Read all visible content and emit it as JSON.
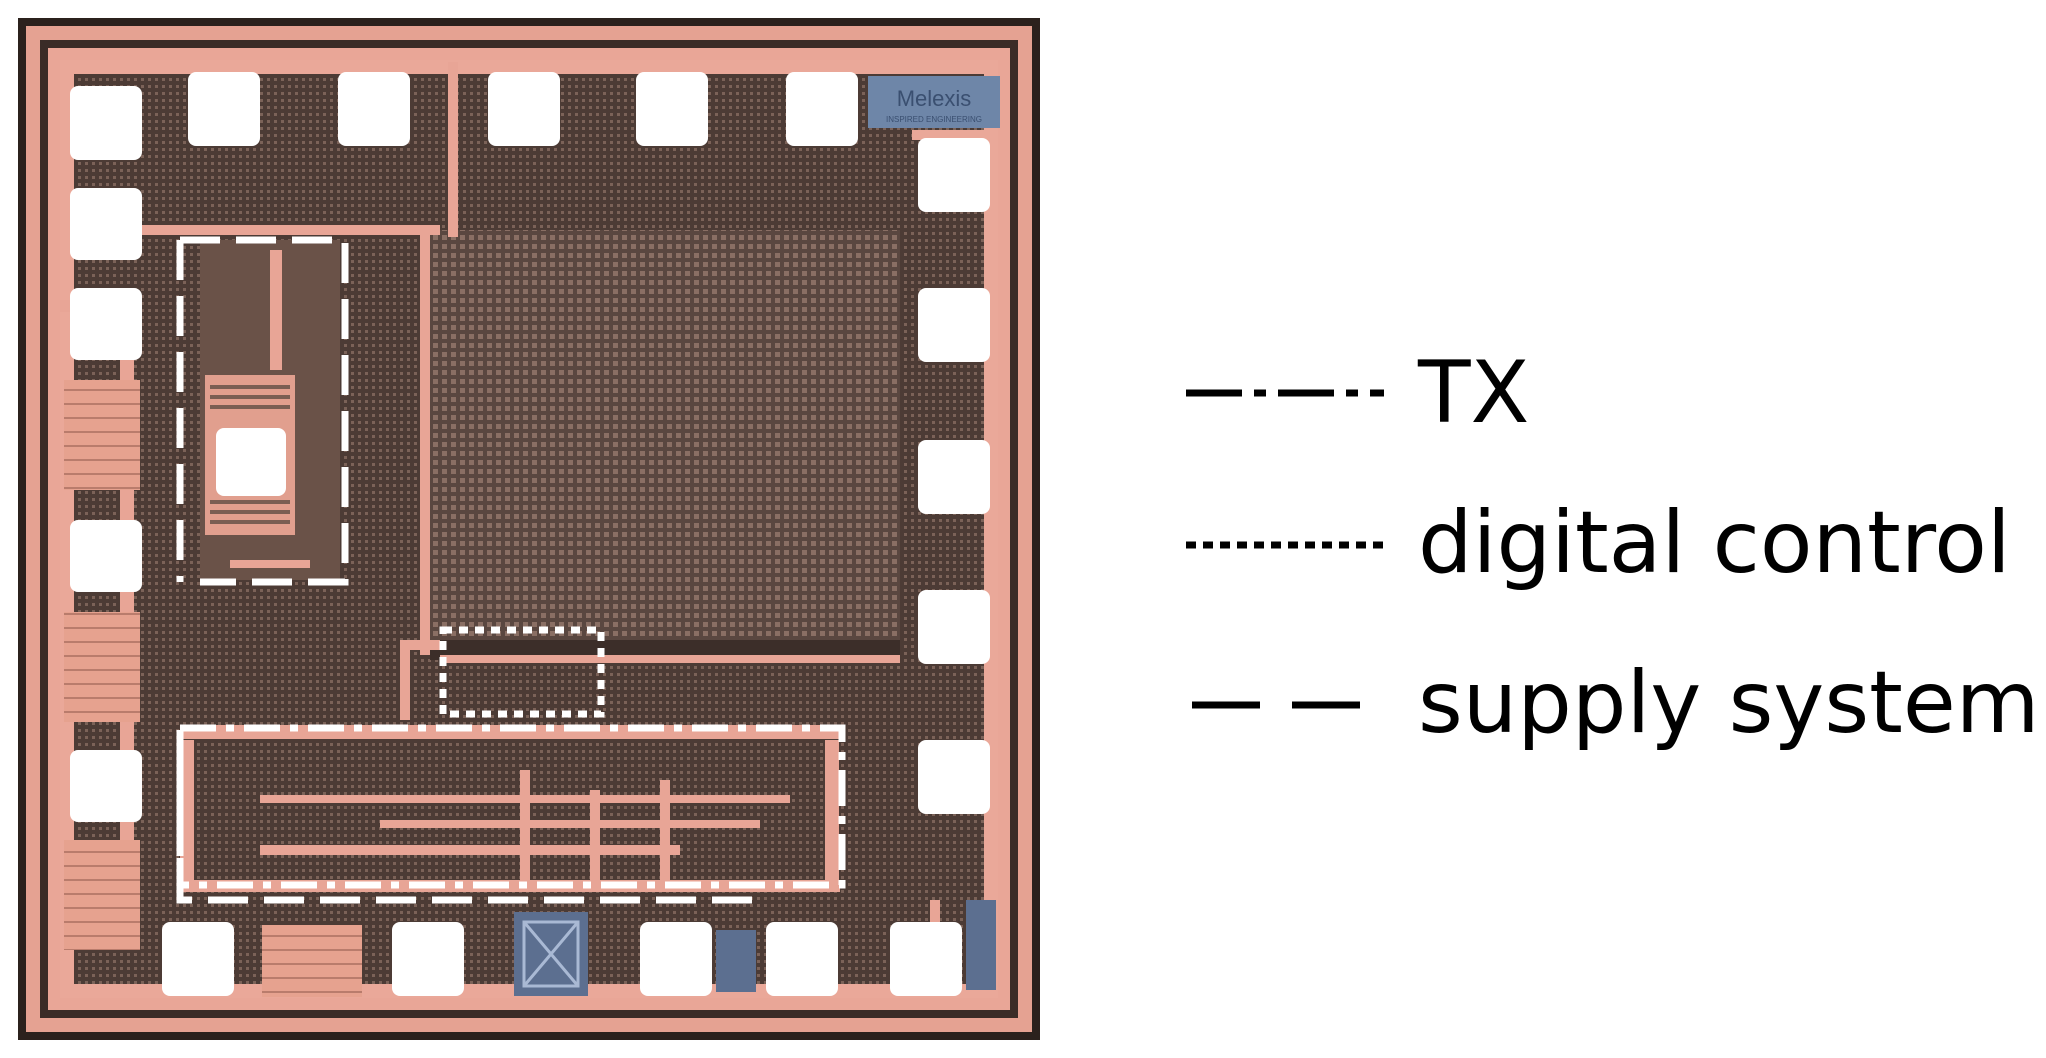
{
  "legend": {
    "tx": "TX",
    "digital_control": "digital control",
    "supply_system": "supply system"
  },
  "die_logo": {
    "text": "Melexis",
    "subtext": "INSPIRED ENGINEERING"
  },
  "colors": {
    "background": "#ffffff",
    "die_border": "#2f2520",
    "metal_pink": "#e9a394",
    "metal_pink_light": "#f2bcad",
    "fill_dark": "#4a3a33",
    "fill_mid": "#6e5a50",
    "pad_white": "#ffffff",
    "legend_ink": "#000000",
    "annotation_white": "#ffffff"
  }
}
